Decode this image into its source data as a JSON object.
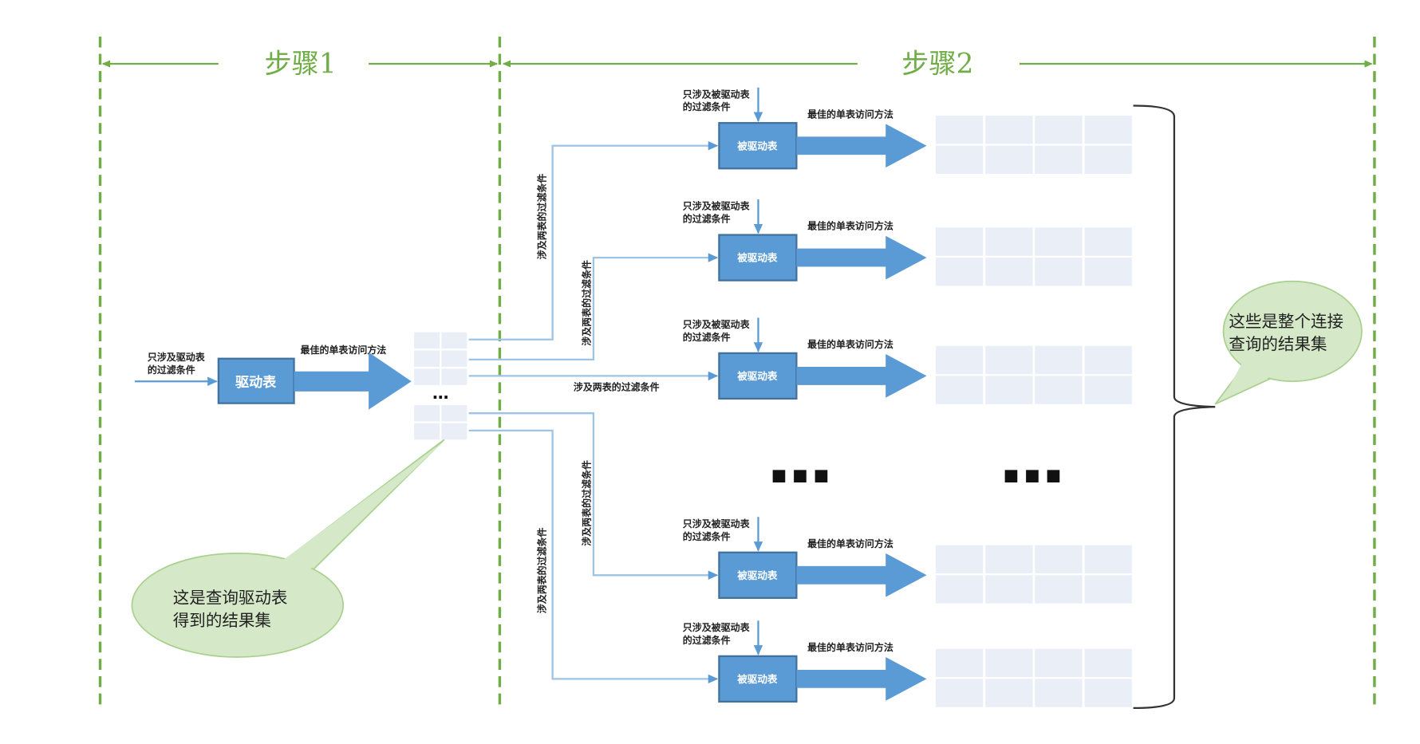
{
  "steps": [
    {
      "label": "步骤1"
    },
    {
      "label": "步骤2"
    }
  ],
  "driving": {
    "filter_label_line1": "只涉及驱动表",
    "filter_label_line2": "的过滤条件",
    "box_label": "驱动表",
    "access_label": "最佳的单表访问方法",
    "ellipsis": "…"
  },
  "driven_rows": [
    {
      "filter_line1": "只涉及被驱动表",
      "filter_line2": "的过滤条件",
      "box_label": "被驱动表",
      "access_label": "最佳的单表访问方法"
    },
    {
      "filter_line1": "只涉及被驱动表",
      "filter_line2": "的过滤条件",
      "box_label": "被驱动表",
      "access_label": "最佳的单表访问方法"
    },
    {
      "filter_line1": "只涉及被驱动表",
      "filter_line2": "的过滤条件",
      "box_label": "被驱动表",
      "access_label": "最佳的单表访问方法"
    },
    {
      "filter_line1": "只涉及被驱动表",
      "filter_line2": "的过滤条件",
      "box_label": "被驱动表",
      "access_label": "最佳的单表访问方法"
    },
    {
      "filter_line1": "只涉及被驱动表",
      "filter_line2": "的过滤条件",
      "box_label": "被驱动表",
      "access_label": "最佳的单表访问方法"
    }
  ],
  "join_condition_label": "涉及两表的过滤条件",
  "middle_ellipsis": "■ ■ ■",
  "result_ellipsis": "■ ■ ■",
  "callouts": {
    "driving_result_line1": "这是查询驱动表",
    "driving_result_line2": "得到的结果集",
    "join_result_line1": "这些是整个连接",
    "join_result_line2": "查询的结果集"
  },
  "colors": {
    "step_green": "#70ad47",
    "box_blue": "#5b9bd5",
    "box_border": "#41719c",
    "line_blue": "#9dc3e6",
    "cell_fill": "#e9eef7",
    "bubble_fill": "#d5e8c8",
    "bubble_stroke": "#a9d18e"
  }
}
